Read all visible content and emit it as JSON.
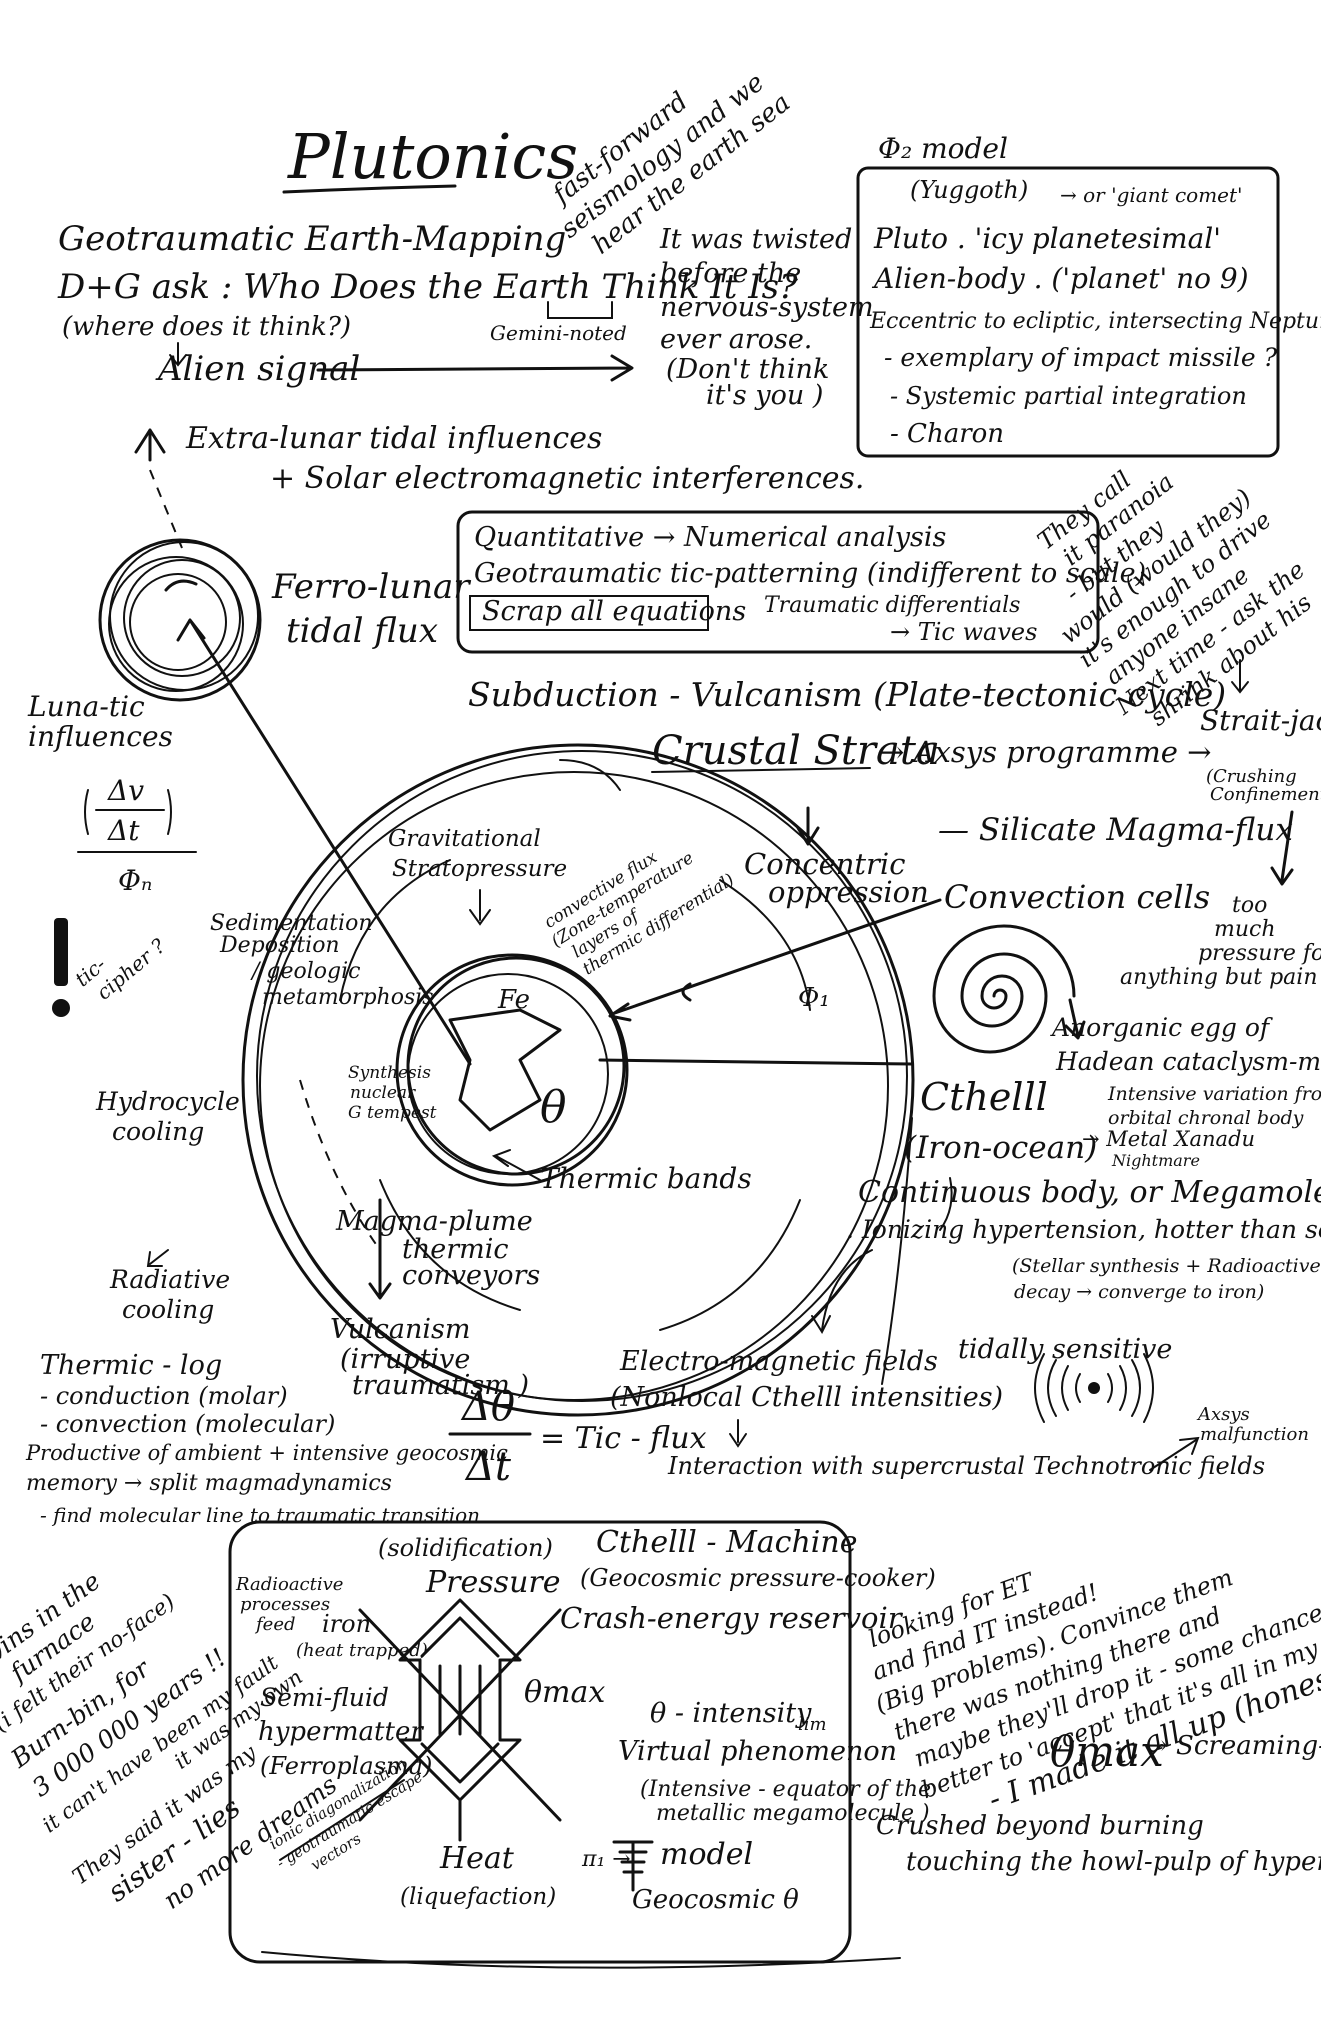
{
  "title": "Plutonics",
  "fast_forward_note": [
    "fast-forward",
    "seismology and we",
    "hear the earth sea"
  ],
  "gemini_note": "Gemini-noted",
  "geotraumatic": {
    "l1": "Geotraumatic Earth-Mapping",
    "l2": "D+G ask : Who Does the Earth Think It Is?",
    "l3": "(where does it think?)",
    "l4": "Alien signal"
  },
  "twisted_note": [
    "It was twisted",
    "before the",
    "nervous-system",
    "ever arose.",
    "(Don't think",
    "it's you )"
  ],
  "phi2_model": {
    "head": "Φ₂ model",
    "yuggoth": "(Yuggoth)",
    "giant_comet": "→ or 'giant comet'",
    "l1": "Pluto . 'icy planetesimal'",
    "l2": "Alien-body . ('planet' no 9)",
    "l3": "Eccentric to ecliptic, intersecting Neptune",
    "l4": "- exemplary of impact missile ?",
    "l5": "- Systemic partial integration",
    "l6": "- Charon"
  },
  "paranoia_note": [
    "They call",
    "it paranoia",
    "- but they",
    "would (would they)",
    "it's enough to drive",
    "anyone insane",
    "Next time - ask the",
    "shrink about his"
  ],
  "extra_lunar": {
    "l1": "Extra-lunar tidal influences",
    "l2": "+ Solar electromagnetic interferences."
  },
  "quant_box": {
    "l1": "Quantitative → Numerical analysis",
    "l2": "Geotraumatic tic-patterning (indifferent to scale)",
    "l3": "Scrap all equations",
    "l4": "Traumatic differentials",
    "l5": "→ Tic waves"
  },
  "ferro_lunar": [
    "Ferro-lunar",
    "tidal flux"
  ],
  "luna_tic": [
    "Luna-tic",
    "influences"
  ],
  "dv_dt": {
    "num": "Δv",
    "den": "Δt",
    "phi": "Φₙ"
  },
  "subduction": "Subduction - Vulcanism (Plate-tectonic cycle)",
  "crustal": "Crustal Strata",
  "axsys_prog": "→ Axsys programme →",
  "strait_jacket": "Strait-jacket",
  "crushing": [
    "(Crushing",
    "Confinement)"
  ],
  "concentric": [
    "Concentric",
    "oppression"
  ],
  "silicate": "— Silicate Magma-flux",
  "too_much": [
    "too",
    "much",
    "pressure for",
    "anything but pain"
  ],
  "grav_strato": [
    "Gravitational",
    "Stratopressure"
  ],
  "convective_note": [
    "convective flux",
    "(Zone-temperature",
    "layers of",
    "thermic differential)"
  ],
  "sedimentation": [
    "Sedimentation",
    "Deposition"
  ],
  "geologic_meta": [
    "/ geologic",
    "metamorphosis"
  ],
  "tic_cipher": [
    "tic-",
    "cipher ?"
  ],
  "convection_cells": "Convection cells",
  "phi1": "Φ₁",
  "anorganic": [
    "Anorganic egg of",
    "Hadean cataclysm-memory"
  ],
  "synthesis_note": [
    "Synthesis",
    "nuclear",
    "G tempest"
  ],
  "fe": "Fe",
  "theta_core": "θ",
  "hydrocycle": [
    "Hydrocycle",
    "cooling"
  ],
  "cthelll": "Cthelll",
  "iron_ocean": "(Iron-ocean)",
  "intensive_var": [
    "Intensive variation from",
    "orbital chronal body"
  ],
  "metal_xanadu": "→ Metal Xanadu",
  "nightmare": "Nightmare",
  "thermic_bands": "Thermic bands",
  "continuous": "Continuous body, or Megamolecule",
  "ionizing": ". Ionizing hypertension, hotter than solar surface",
  "stellar": [
    "(Stellar synthesis + Radioactive",
    "decay → converge to iron)"
  ],
  "magma_plume": [
    "Magma-plume",
    "thermic",
    "conveyors"
  ],
  "radiative": [
    "Radiative",
    "cooling"
  ],
  "vulcanism": [
    "Vulcanism",
    "(irruptive",
    "traumatism )"
  ],
  "electro": [
    "Electro-magnetic fields",
    "(Nonlocal Cthelll intensities)"
  ],
  "tidally": "tidally sensitive",
  "thermic_log": {
    "l1": "Thermic - log",
    "l2": "- conduction (molar)",
    "l3": "- convection (molecular)",
    "l4": "Productive of ambient + intensive geocosmic",
    "l5": "memory → split magmadynamics",
    "l6": "- find molecular line to traumatic transition"
  },
  "dtheta": {
    "num": "Δθ",
    "den": "Δt",
    "eq": "= Tic - flux"
  },
  "interaction": "Interaction with supercrustal Technotronic fields",
  "axsys_malf": [
    "Axsys",
    "malfunction"
  ],
  "twins_note": [
    "Twins in the",
    "furnace",
    "(i felt their no-face)",
    "Burn-bin, for",
    "3 000 000 years !!",
    "it can't have been my",
    "fault",
    "it was my own",
    "They said it was my",
    "sister - lies",
    "no more dreams"
  ],
  "machine_box": {
    "solidification": "(solidification)",
    "pressure": "Pressure",
    "cthelll_machine": "Cthelll - Machine",
    "geocosmic": "(Geocosmic pressure-cooker)",
    "crash": "Crash-energy reservoir",
    "radio": [
      "Radioactive",
      "processes",
      "feed",
      "iron",
      "(heat trapped)"
    ],
    "semifluid": [
      "Semi-fluid",
      "hypermatter",
      "(Ferroplasma)"
    ],
    "theta_max": "θmax",
    "theta_int": "θ - intensity",
    "lim": "lim",
    "virtual": "Virtual phenomenon",
    "intensive_eq": [
      "(Intensive - equator of the",
      "metallic megamolecule )"
    ],
    "ionic": [
      "ionic diagonalization",
      "- geotraumatic escape",
      "vectors"
    ],
    "heat": "Heat",
    "liquefaction": "(liquefaction)",
    "pi1_model": "π₁ →",
    "model_word": "model",
    "geocosmic_theta": "Geocosmic θ"
  },
  "looking_note": [
    "looking for ET",
    "and find IT instead!",
    "(Big problems). Convince them",
    "there was nothing there and",
    "maybe they'll drop it - some chance,",
    "better to 'accept' that it's all in my head",
    "- I made it all up (honest)."
  ],
  "theta_max_right": "θmax",
  "screaming": "→ Screaming-lie",
  "crushed": [
    "Crushed beyond burning",
    "touching the howl-pulp of hypermat"
  ]
}
